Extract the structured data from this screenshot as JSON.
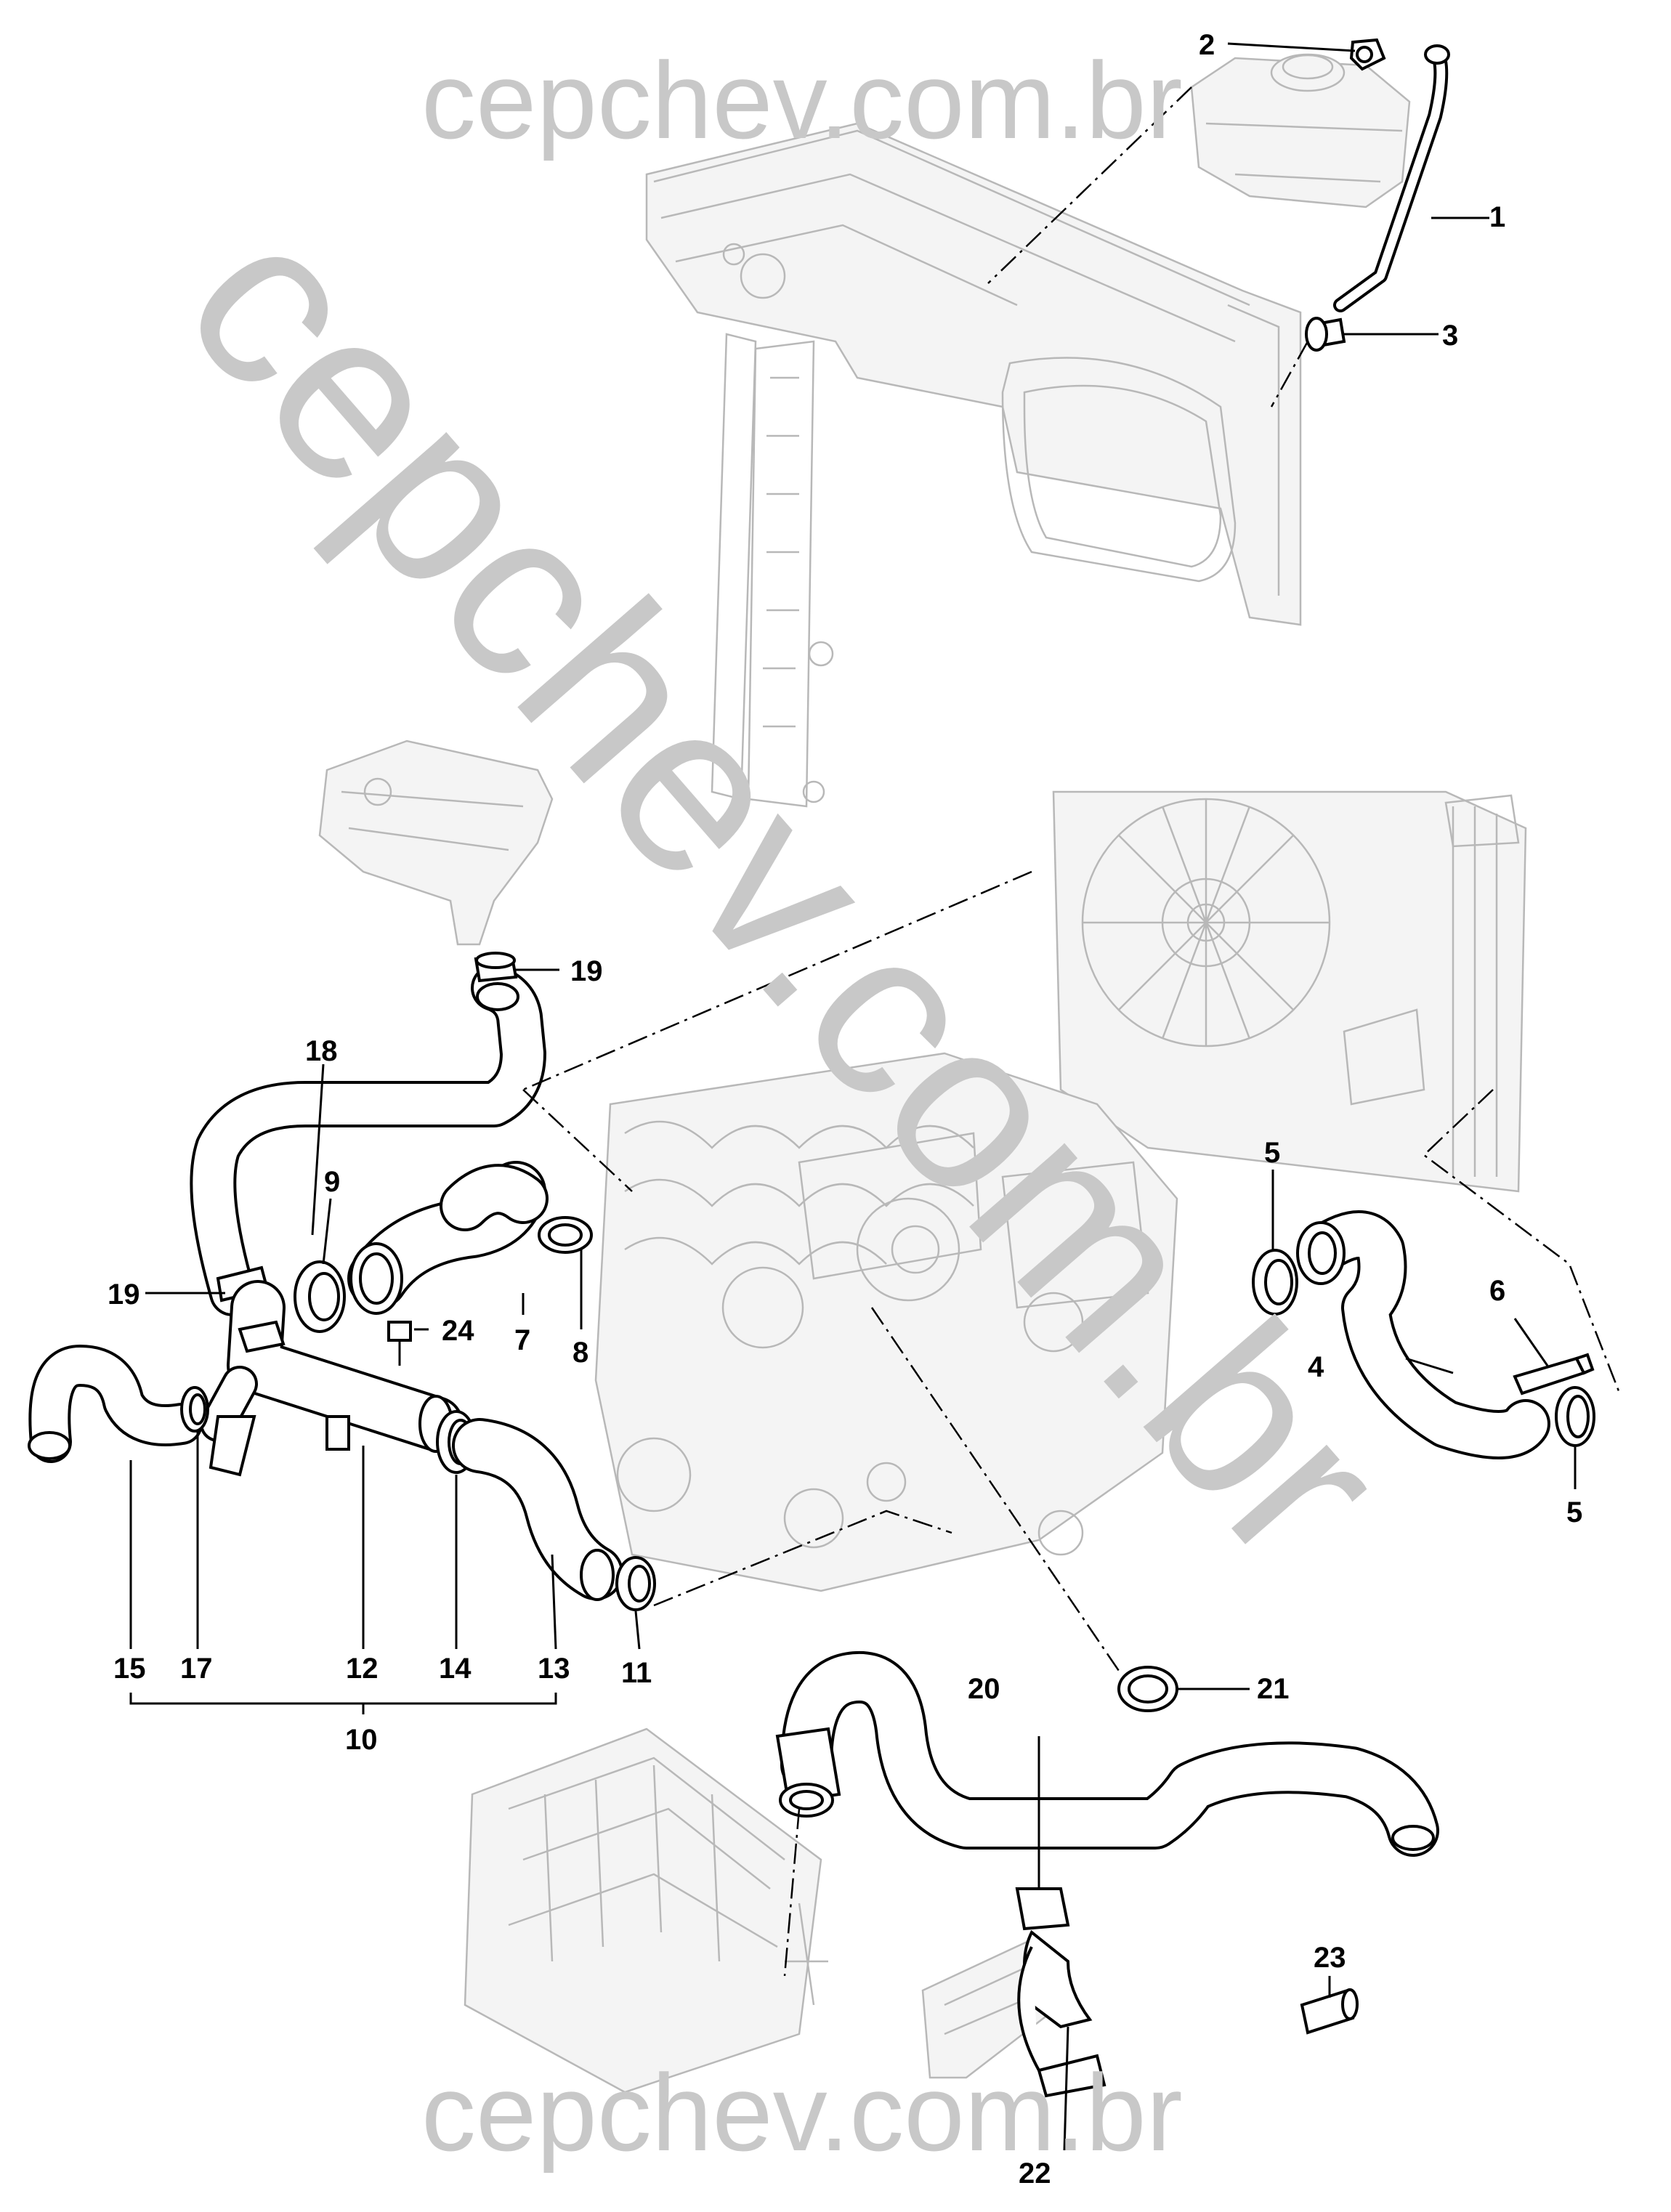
{
  "watermark": {
    "top": "cepchev.com.br",
    "diagonal": "cepchev.com.br",
    "bottom": "cepchev.com.br"
  },
  "callouts": [
    "1",
    "2",
    "3",
    "4",
    "5",
    "6",
    "7",
    "8",
    "9",
    "10",
    "11",
    "12",
    "13",
    "14",
    "15",
    "17",
    "18",
    "19",
    "20",
    "21",
    "22",
    "23",
    "24"
  ],
  "group_bracket": {
    "label": "10",
    "members": [
      "15",
      "17",
      "12",
      "14",
      "13"
    ]
  },
  "colors": {
    "line": "#000000",
    "background_art": "#b8b8b8",
    "watermark": "#c8c8c8"
  }
}
